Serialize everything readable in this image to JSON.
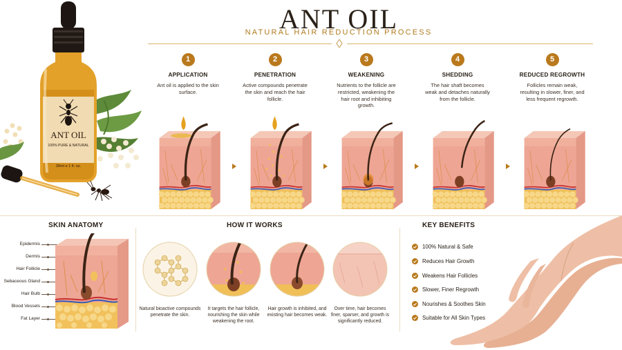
{
  "header": {
    "title": "ANT OIL",
    "subtitle": "NATURAL HAIR REDUCTION PROCESS"
  },
  "product": {
    "label_main": "ANT OIL",
    "label_sub": "100% PURE & NATURAL",
    "volume": "30ml e 1 fl. oz."
  },
  "steps": [
    {
      "num": "1",
      "title": "APPLICATION",
      "desc": "Ant oil is applied to the skin surface."
    },
    {
      "num": "2",
      "title": "PENETRATION",
      "desc": "Active compounds penetrate the skin and reach the hair follicle."
    },
    {
      "num": "3",
      "title": "WEAKENING",
      "desc": "Nutrients to the follicle are restricted, weakening the hair root and inhibiting growth."
    },
    {
      "num": "4",
      "title": "SHEDDING",
      "desc": "The hair shaft becomes weak and detaches naturally from the follicle."
    },
    {
      "num": "5",
      "title": "REDUCED REGROWTH",
      "desc": "Follicles remain weak, resulting in slower, finer, and less frequent regrowth."
    }
  ],
  "anatomy": {
    "title": "SKIN ANATOMY",
    "labels": [
      "Epidermis",
      "Dermis",
      "Hair Follicle",
      "Sebaceous Gland",
      "Hair Bulb",
      "Blood Vessels",
      "Fat Layer"
    ]
  },
  "how": {
    "title": "HOW IT WORKS",
    "items": [
      "Natural bioactive compounds penetrate the skin.",
      "It targets the hair follicle, nourishing the skin while weakening the root.",
      "Hair growth is inhibited, and existing hair becomes weak.",
      "Over time, hair becomes finer, sparser, and growth is significantly reduced."
    ]
  },
  "benefits": {
    "title": "KEY BENEFITS",
    "items": [
      "100% Natural & Safe",
      "Reduces Hair Growth",
      "Weakens Hair Follicles",
      "Slower, Finer Regrowth",
      "Nourishes & Soothes Skin",
      "Suitable for All Skin Types"
    ]
  },
  "colors": {
    "gold": "#b9791c",
    "skin": "#f0b6a0",
    "dermis": "#e9a192",
    "fat": "#f3c35c",
    "hair": "#3b2416"
  }
}
